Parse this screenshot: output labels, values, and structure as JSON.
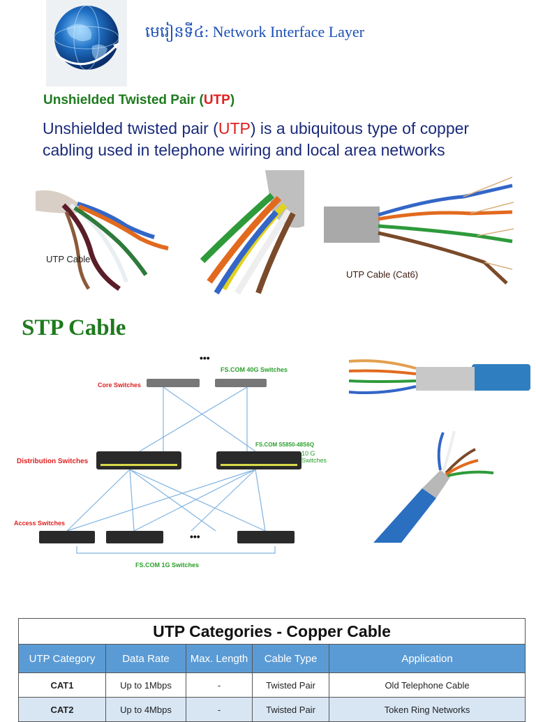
{
  "header": {
    "title": "មេរៀនទី៤: Network Interface Layer"
  },
  "utp": {
    "title_prefix": "Unshielded Twisted Pair (",
    "title_highlight": "UTP",
    "title_suffix": ")",
    "desc_part1": "Unshielded twisted pair (",
    "desc_highlight": "UTP",
    "desc_part2": ") is a ubiquitous type of copper cabling used in telephone wiring and local area networks",
    "caption_1": "UTP Cable",
    "caption_3": "UTP Cable (Cat6)"
  },
  "stp": {
    "title": "STP Cable",
    "diagram": {
      "dots_top": "•••",
      "dots_bottom": "•••",
      "core_label": "Core Switches",
      "core_right_label": "FS.COM 40G Switches",
      "distribution_label": "Distribution Switches",
      "distribution_right_label": "FS.COM S5850-48S6Q",
      "tenG_line1": "10 G",
      "tenG_line2": "Switches",
      "access_label": "Access Switches",
      "bottom_label": "FS.COM 1G Switches"
    }
  },
  "table": {
    "caption": "UTP Categories - Copper Cable",
    "headers": [
      "UTP Category",
      "Data Rate",
      "Max. Length",
      "Cable Type",
      "Application"
    ],
    "rows": [
      [
        "CAT1",
        "Up to 1Mbps",
        "-",
        "Twisted Pair",
        "Old Telephone Cable"
      ],
      [
        "CAT2",
        "Up to 4Mbps",
        "-",
        "Twisted Pair",
        "Token Ring Networks"
      ]
    ]
  },
  "colors": {
    "heading_blue": "#1a4fb5",
    "title_green": "#1e7a1e",
    "highlight_red": "#e02020",
    "body_navy": "#1a2a7a",
    "table_header": "#5b9bd5",
    "row_alt": "#d8e6f4",
    "diagram_red": "#e02020",
    "diagram_green": "#2aa02a",
    "link_blue": "#7fb3e0"
  },
  "icons": {
    "logo": "globe-icon"
  }
}
